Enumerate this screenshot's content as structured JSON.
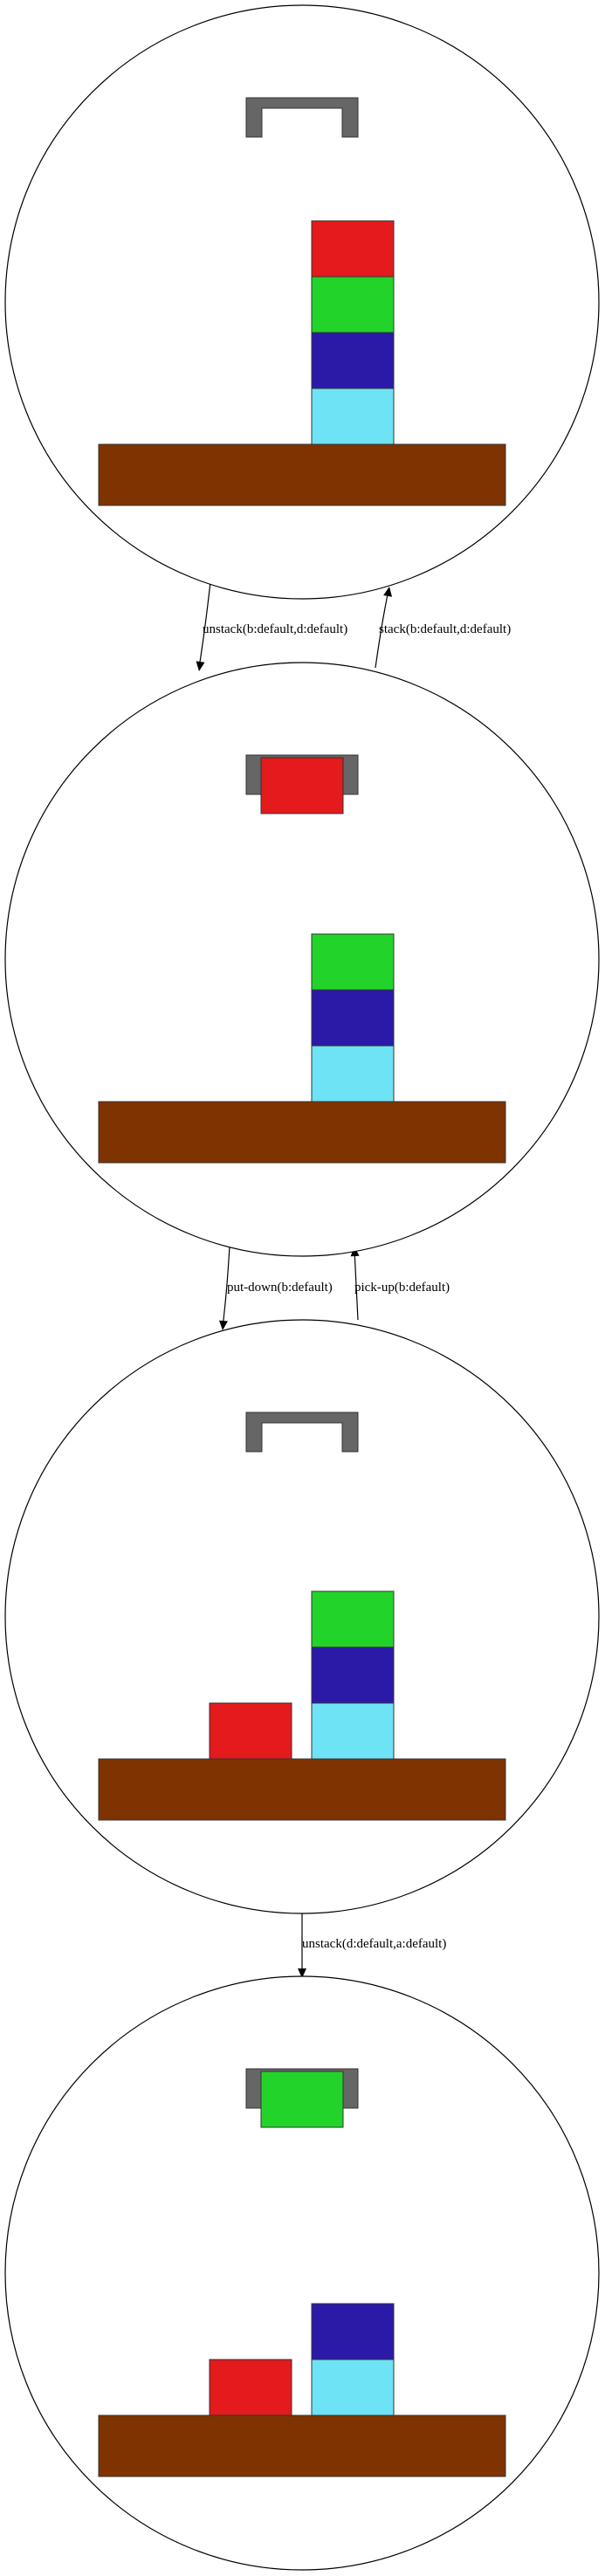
{
  "colors": {
    "table": "#7f3300",
    "gripper": "#666666",
    "outline": "#000000",
    "background": "#ffffff",
    "block_red": "#e41a1c",
    "block_green": "#22d42a",
    "block_blue": "#2b1aa8",
    "block_cyan": "#6ee3f5"
  },
  "states": [
    {
      "held": null,
      "stacks": [
        {
          "slot": 2,
          "blocks": [
            "block_cyan",
            "block_blue",
            "block_green",
            "block_red"
          ]
        }
      ]
    },
    {
      "held": "block_red",
      "stacks": [
        {
          "slot": 2,
          "blocks": [
            "block_cyan",
            "block_blue",
            "block_green"
          ]
        }
      ]
    },
    {
      "held": null,
      "stacks": [
        {
          "slot": 1,
          "blocks": [
            "block_red"
          ]
        },
        {
          "slot": 2,
          "blocks": [
            "block_cyan",
            "block_blue",
            "block_green"
          ]
        }
      ]
    },
    {
      "held": "block_green",
      "stacks": [
        {
          "slot": 1,
          "blocks": [
            "block_red"
          ]
        },
        {
          "slot": 2,
          "blocks": [
            "block_cyan",
            "block_blue"
          ]
        }
      ]
    }
  ],
  "edges": [
    {
      "from": 0,
      "to": 1,
      "label": "unstack(b:default,d:default)"
    },
    {
      "from": 1,
      "to": 0,
      "label": "stack(b:default,d:default)"
    },
    {
      "from": 1,
      "to": 2,
      "label": "put-down(b:default)"
    },
    {
      "from": 2,
      "to": 1,
      "label": "pick-up(b:default)"
    },
    {
      "from": 2,
      "to": 3,
      "label": "unstack(d:default,a:default)"
    }
  ]
}
